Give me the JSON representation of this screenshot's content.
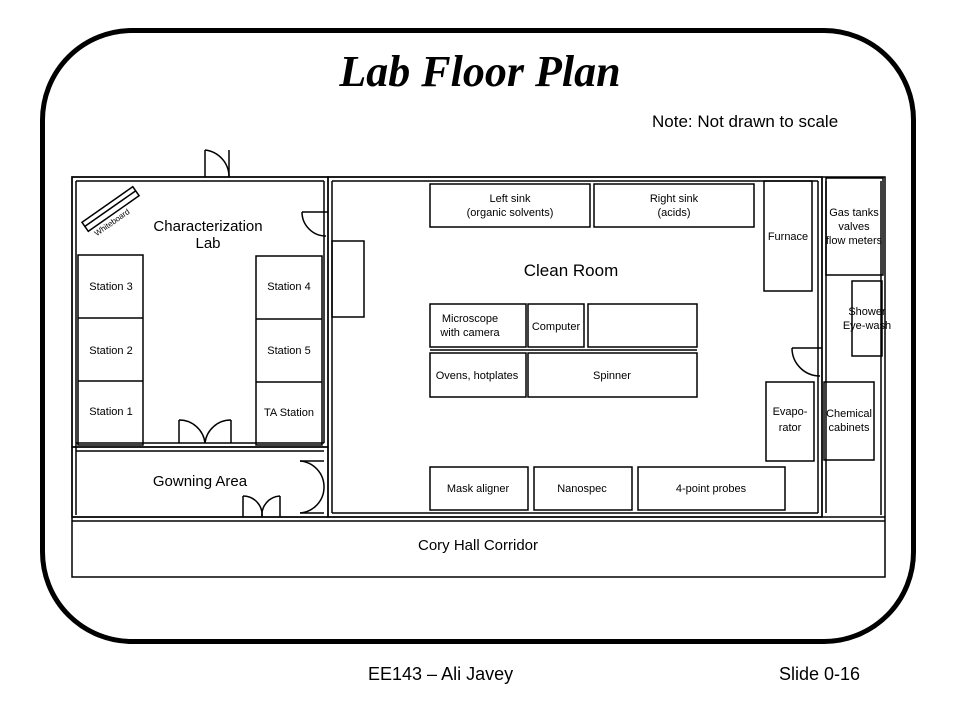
{
  "slide": {
    "title": "Lab Floor Plan",
    "note": "Note: Not drawn to scale",
    "footer_left": "EE143 – Ali Javey",
    "footer_right": "Slide 0-16"
  },
  "rooms": {
    "characterization_lab": [
      "Characterization",
      "Lab"
    ],
    "clean_room": "Clean Room",
    "gowning_area": "Gowning Area",
    "corridor": "Cory Hall Corridor"
  },
  "characterization": {
    "whiteboard": "Whiteboard",
    "station_3": "Station 3",
    "station_2": "Station 2",
    "station_1": "Station 1",
    "station_4": "Station 4",
    "station_5": "Station 5",
    "ta_station": "TA Station"
  },
  "equipment": {
    "left_sink": [
      "Left sink",
      "(organic solvents)"
    ],
    "right_sink": [
      "Right sink",
      "(acids)"
    ],
    "furnace": "Furnace",
    "microscope": [
      "Microscope",
      "with camera"
    ],
    "computer": "Computer",
    "ovens": "Ovens, hotplates",
    "spinner": "Spinner",
    "evaporator": [
      "Evapo-",
      "rator"
    ],
    "mask_aligner": "Mask aligner",
    "nanospec": "Nanospec",
    "probes": "4-point probes"
  },
  "side": {
    "gas_tanks": [
      "Gas tanks",
      "valves",
      "flow meters"
    ],
    "shower": [
      "Shower",
      "Eye-wash"
    ],
    "chemical_cabinets": [
      "Chemical",
      "cabinets"
    ]
  }
}
